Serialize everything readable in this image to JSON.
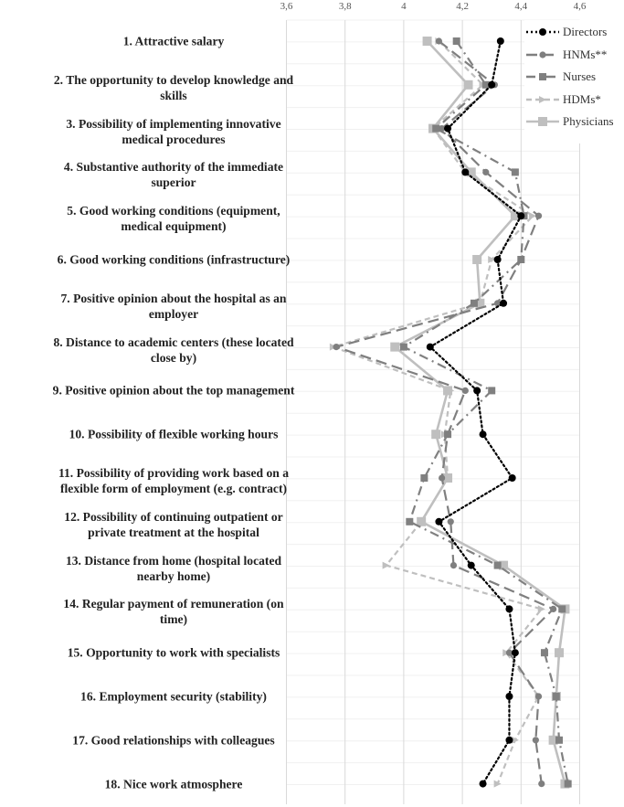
{
  "chart_data": {
    "type": "line",
    "orientation": "horizontal-categories-vertical",
    "title": "",
    "xlabel": "",
    "ylabel": "",
    "xlim": [
      3.6,
      4.6
    ],
    "x_ticks": [
      "3,6",
      "3,8",
      "4",
      "4,2",
      "4,4",
      "4,6"
    ],
    "x_tick_values": [
      3.6,
      3.8,
      4.0,
      4.2,
      4.4,
      4.6
    ],
    "grid": true,
    "legend_position": "top-right",
    "categories": [
      "1. Attractive salary",
      "2. The opportunity to develop knowledge and skills",
      "3. Possibility of implementing innovative medical procedures",
      "4. Substantive authority of the immediate superior",
      "5. Good working conditions (equipment, medical equipment)",
      "6. Good working conditions (infrastructure)",
      "7. Positive opinion about the hospital as an employer",
      "8. Distance to academic centers (these located close by)",
      "9. Positive opinion about the top management",
      "10. Possibility of flexible working hours",
      "11. Possibility of providing work based on a flexible form of employment (e.g. contract)",
      "12. Possibility of continuing outpatient or private treatment at the hospital",
      "13. Distance from home (hospital located nearby home)",
      "14. Regular payment of remuneration (on time)",
      "15. Opportunity to work with specialists",
      "16. Employment security (stability)",
      "17. Good relationships with colleagues",
      "18. Nice work atmosphere"
    ],
    "category_lines": [
      [
        "1. Attractive salary"
      ],
      [
        "2. The opportunity to develop knowledge and",
        "skills"
      ],
      [
        "3. Possibility of implementing innovative",
        "medical procedures"
      ],
      [
        "4. Substantive authority of the immediate",
        "superior"
      ],
      [
        "5. Good working conditions (equipment,",
        "medical equipment)"
      ],
      [
        "6. Good working conditions (infrastructure)"
      ],
      [
        "7. Positive opinion about the hospital as an",
        "employer"
      ],
      [
        "8. Distance to academic centers (these located",
        "close by)"
      ],
      [
        "9. Positive opinion about the top management"
      ],
      [
        "10. Possibility of flexible working hours"
      ],
      [
        "11. Possibility of providing work based on a",
        "flexible form of employment (e.g. contract)"
      ],
      [
        "12. Possibility of continuing outpatient or",
        "private treatment at the hospital"
      ],
      [
        "13. Distance from home (hospital located",
        "nearby home)"
      ],
      [
        "14. Regular payment of remuneration (on",
        "time)"
      ],
      [
        "15. Opportunity to work with specialists"
      ],
      [
        "16. Employment security (stability)"
      ],
      [
        "17. Good relationships with colleagues"
      ],
      [
        "18. Nice work atmosphere"
      ]
    ],
    "series": [
      {
        "name": "Directors",
        "color": "#000000",
        "dash": "2,3",
        "marker": "circle",
        "values": [
          4.33,
          4.3,
          4.15,
          4.21,
          4.4,
          4.32,
          4.34,
          4.09,
          4.25,
          4.27,
          4.37,
          4.12,
          4.23,
          4.36,
          4.38,
          4.36,
          4.36,
          4.27
        ]
      },
      {
        "name": "HNMs**",
        "color": "#7f7f7f",
        "dash": "12,6",
        "marker": "circle",
        "values": [
          4.12,
          4.31,
          4.13,
          4.28,
          4.46,
          4.4,
          4.32,
          3.77,
          4.21,
          4.15,
          4.13,
          4.16,
          4.17,
          4.51,
          4.36,
          4.46,
          4.45,
          4.47
        ]
      },
      {
        "name": "Nurses",
        "color": "#808080",
        "dash": "10,5,2,5",
        "marker": "square",
        "values": [
          4.18,
          4.28,
          4.11,
          4.38,
          4.41,
          4.4,
          4.24,
          4.0,
          4.3,
          4.15,
          4.07,
          4.02,
          4.32,
          4.54,
          4.48,
          4.52,
          4.53,
          4.56
        ]
      },
      {
        "name": "HDMs*",
        "color": "#bfbfbf",
        "dash": "6,4",
        "marker": "triangle",
        "values": [
          4.12,
          4.27,
          4.1,
          4.21,
          4.44,
          4.3,
          4.26,
          3.76,
          4.16,
          4.14,
          4.15,
          4.06,
          3.94,
          4.47,
          4.35,
          4.46,
          4.38,
          4.32
        ]
      },
      {
        "name": "Physicians",
        "color": "#bfbfbf",
        "dash": "",
        "marker": "square",
        "values": [
          4.08,
          4.22,
          4.1,
          4.23,
          4.38,
          4.25,
          4.26,
          3.97,
          4.15,
          4.11,
          4.15,
          4.06,
          4.34,
          4.55,
          4.53,
          4.52,
          4.51,
          4.55
        ]
      }
    ]
  }
}
